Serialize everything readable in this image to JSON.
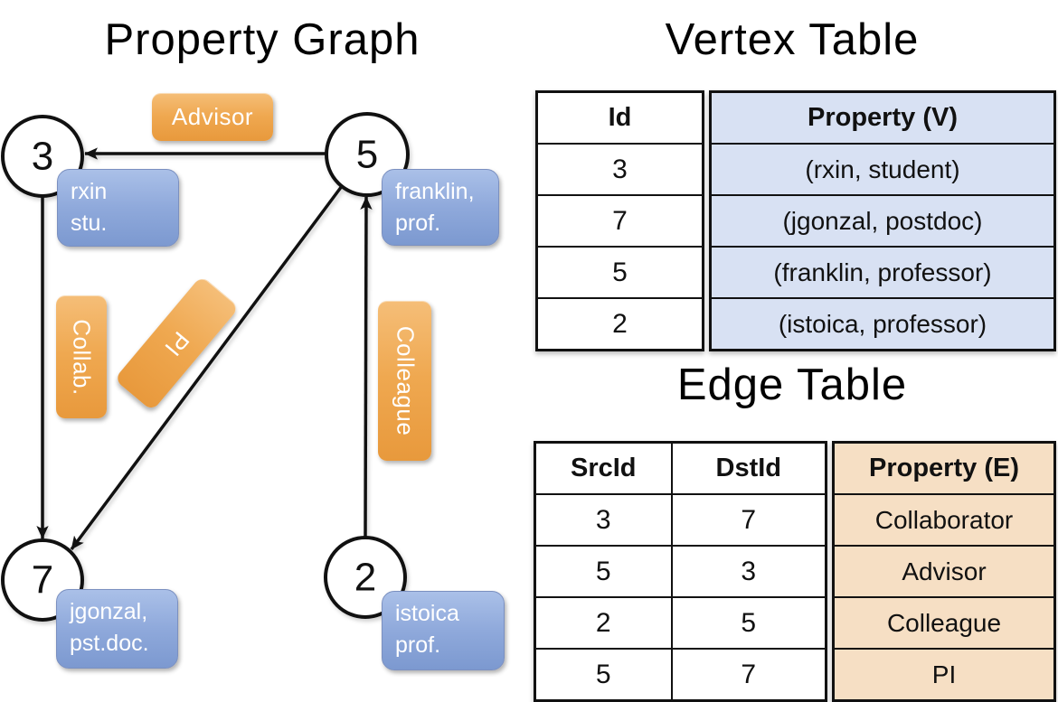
{
  "graph_panel": {
    "title": "Property Graph",
    "nodes": [
      {
        "id": "3",
        "label_line1": "rxin",
        "label_line2": "stu."
      },
      {
        "id": "5",
        "label_line1": "franklin,",
        "label_line2": "prof."
      },
      {
        "id": "7",
        "label_line1": "jgonzal,",
        "label_line2": "pst.doc."
      },
      {
        "id": "2",
        "label_line1": "istoica",
        "label_line2": "prof."
      }
    ],
    "edge_labels": {
      "advisor": "Advisor",
      "collab": "Collab.",
      "pi": "PI",
      "colleague": "Colleague"
    }
  },
  "vertex_table": {
    "title": "Vertex Table",
    "id_header": "Id",
    "property_header": "Property (V)",
    "rows": [
      {
        "id": "3",
        "property": "(rxin, student)"
      },
      {
        "id": "7",
        "property": "(jgonzal, postdoc)"
      },
      {
        "id": "5",
        "property": "(franklin, professor)"
      },
      {
        "id": "2",
        "property": "(istoica, professor)"
      }
    ]
  },
  "edge_table": {
    "title": "Edge Table",
    "src_header": "SrcId",
    "dst_header": "DstId",
    "property_header": "Property (E)",
    "rows": [
      {
        "src": "3",
        "dst": "7",
        "property": "Collaborator"
      },
      {
        "src": "5",
        "dst": "3",
        "property": "Advisor"
      },
      {
        "src": "2",
        "dst": "5",
        "property": "Colleague"
      },
      {
        "src": "5",
        "dst": "7",
        "property": "PI"
      }
    ]
  },
  "colors": {
    "edge_label_top": "#F5BE78",
    "edge_label_bottom": "#E8993C",
    "vertex_label_top": "#AAC0E8",
    "vertex_label_bottom": "#7C99D0",
    "vertex_table_fill": "#D8E1F3",
    "edge_table_fill": "#F6DFC4",
    "line_color": "#111111"
  }
}
